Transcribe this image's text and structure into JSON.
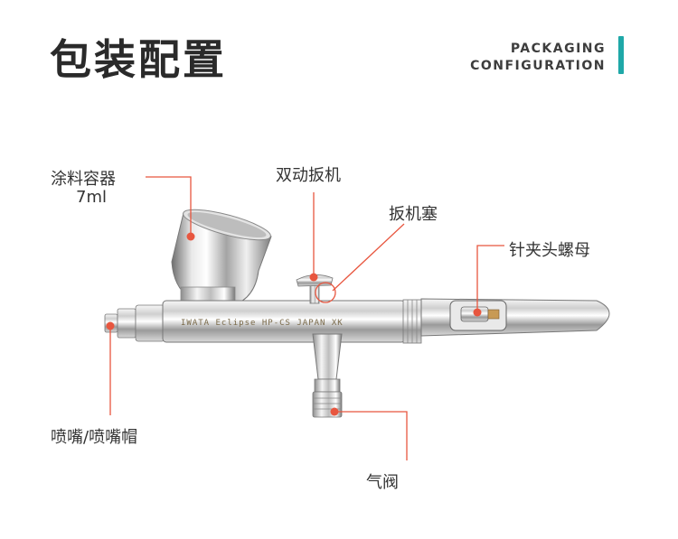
{
  "header": {
    "title": "包装配置",
    "subtitle_line1": "PACKAGING",
    "subtitle_line2": "CONFIGURATION",
    "accent_color": "#1fa8a8"
  },
  "callouts": {
    "paint_cup": "涂料容器",
    "paint_cup_volume": "7ml",
    "trigger": "双动扳机",
    "trigger_stop": "扳机塞",
    "needle_chuck_nut": "针夹头螺母",
    "nozzle": "喷嘴/喷嘴帽",
    "air_valve": "气阀"
  },
  "product": {
    "engraving": "IWATA  Eclipse  HP-CS   JAPAN  XK"
  },
  "colors": {
    "callout_line": "#e8563f",
    "callout_dot": "#e8563f"
  }
}
